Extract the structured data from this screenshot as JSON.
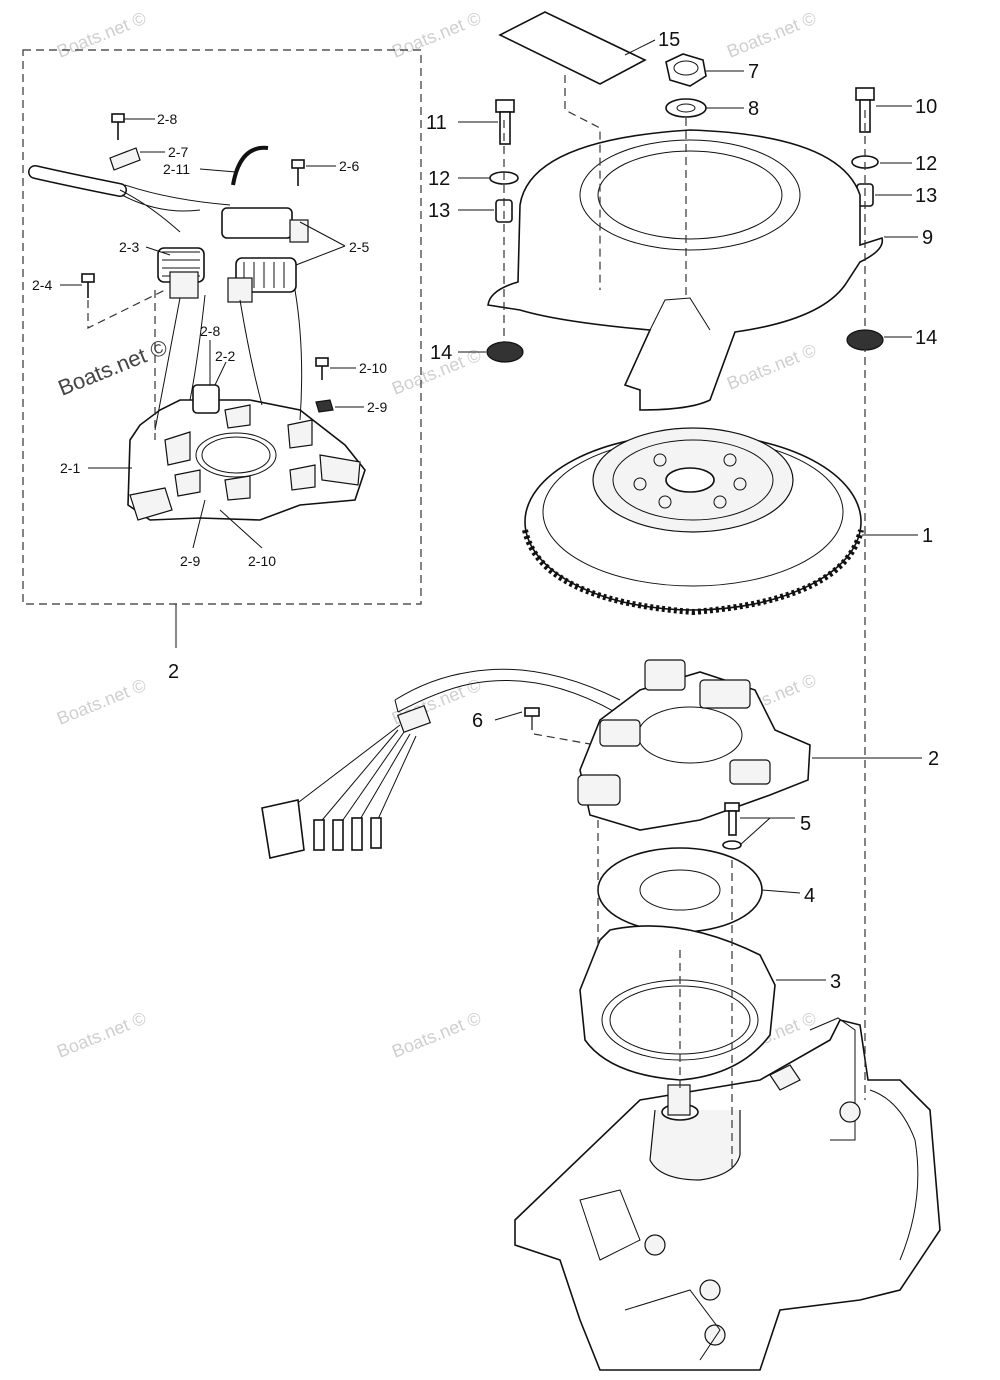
{
  "watermarks": {
    "small": "Boats.net ©",
    "large": "Boats.net ©"
  },
  "callouts": {
    "c1": "1",
    "c2": "2",
    "c2b": "2",
    "c3": "3",
    "c4": "4",
    "c5": "5",
    "c6": "6",
    "c7": "7",
    "c8": "8",
    "c9": "9",
    "c10": "10",
    "c11": "11",
    "c12a": "12",
    "c12b": "12",
    "c13a": "13",
    "c13b": "13",
    "c14a": "14",
    "c14b": "14",
    "c15": "15",
    "s2_1": "2-1",
    "s2_2": "2-2",
    "s2_3": "2-3",
    "s2_4": "2-4",
    "s2_5": "2-5",
    "s2_6": "2-6",
    "s2_7": "2-7",
    "s2_8a": "2-8",
    "s2_8b": "2-8",
    "s2_9a": "2-9",
    "s2_9b": "2-9",
    "s2_10a": "2-10",
    "s2_10b": "2-10",
    "s2_11": "2-11"
  }
}
